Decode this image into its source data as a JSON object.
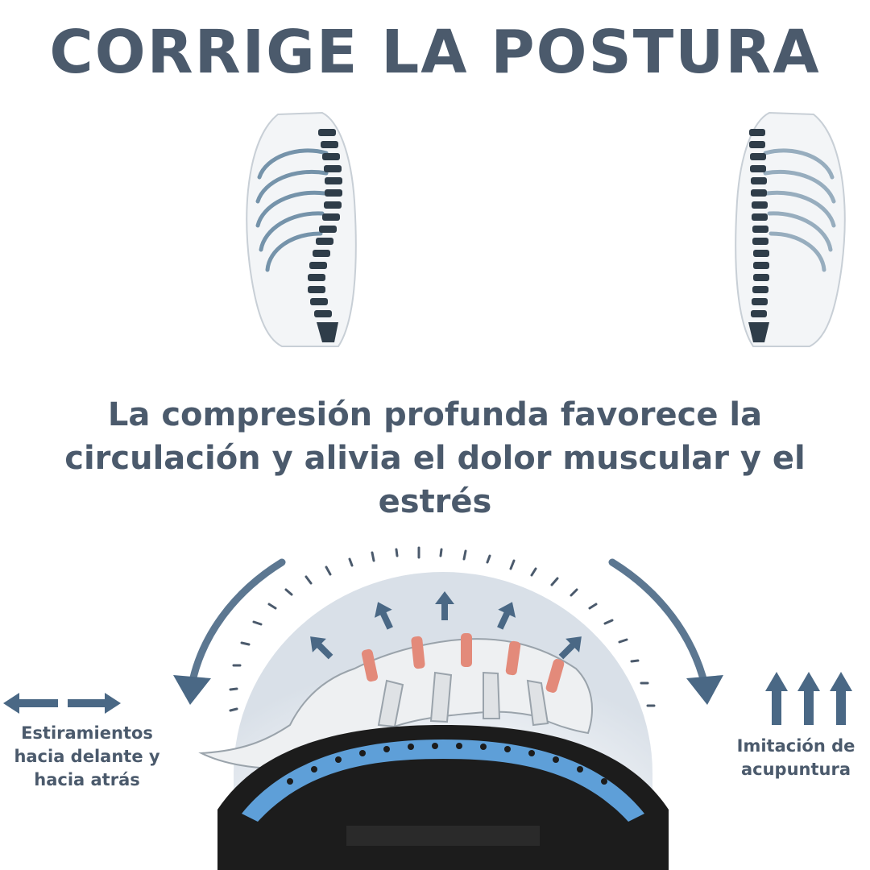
{
  "headline": "CORRIGE LA POSTURA",
  "subtitle": "La compresión profunda favorece la circulación y alivia el dolor muscular y el estrés",
  "features": {
    "stretch_label": "Estiramientos hacia delante y hacia atrás",
    "acupuncture_label": "Imitación de acupuntura"
  },
  "colors": {
    "text": "#4b5a6c",
    "arrow": "#4a6885",
    "device_blue": "#5e9fd8",
    "device_black": "#1c1c1c",
    "disc_red": "#e07a6a"
  },
  "icons": {
    "left_right_arrows": "double-horizontal-arrow-icon",
    "up_arrows": "triple-up-arrow-icon",
    "curved_arrows": "curved-arrow-icon"
  }
}
